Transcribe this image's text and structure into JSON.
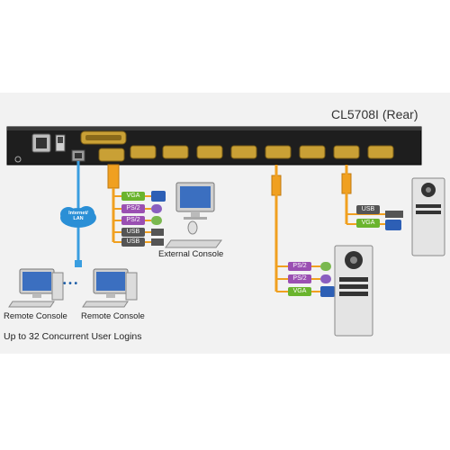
{
  "title": "CL5708I (Rear)",
  "network_label": "Internet/ LAN",
  "external_console": {
    "label": "External Console",
    "ports": [
      "VGA",
      "PS/2",
      "PS/2",
      "USB",
      "USB"
    ]
  },
  "remote_consoles": [
    "Remote Console",
    "Remote Console"
  ],
  "ellipsis": "• • •",
  "computer_right_top": {
    "ports": [
      "USB",
      "VGA"
    ]
  },
  "computer_right_bottom": {
    "ports": [
      "PS/2",
      "PS/2",
      "VGA"
    ]
  },
  "footer": "Up to 32 Concurrent User Logins",
  "colors": {
    "vga_tag": "#6ab42d",
    "ps2_tag": "#9a4fb2",
    "usb_tag": "#555555",
    "cable": "#f0a020",
    "lan_cable": "#3a9ee0",
    "chassis": "#1e1e1e"
  }
}
